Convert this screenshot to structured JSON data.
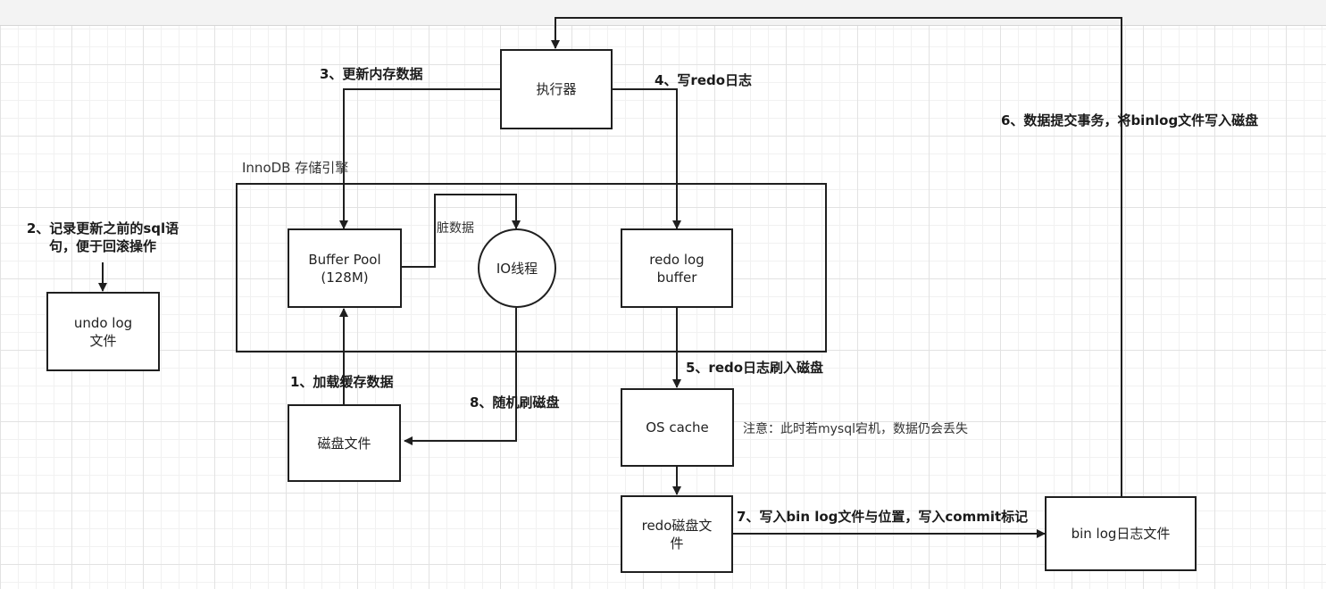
{
  "diagram": {
    "container_title": "InnoDB 存储引擎",
    "nodes": {
      "executor": "执行器",
      "buffer_pool": "Buffer Pool\n(128M)",
      "io_thread": "IO线程",
      "redo_log_buffer": "redo log\nbuffer",
      "undo_log_file": "undo log\n文件",
      "disk_file": "磁盘文件",
      "os_cache": "OS cache",
      "redo_disk_file": "redo磁盘文\n件",
      "bin_log_file": "bin log日志文件"
    },
    "labels": {
      "step1": "1、加载缓存数据",
      "step2": "2、记录更新之前的sql语\n句，便于回滚操作",
      "step3": "3、更新内存数据",
      "step4": "4、写redo日志",
      "step5": "5、redo日志刷入磁盘",
      "step6": "6、数据提交事务，将binlog文件写入磁盘",
      "step7": "7、写入bin log文件与位置，写入commit标记",
      "step8": "8、随机刷磁盘",
      "dirty_data": "脏数据",
      "note": "注意：此时若mysql宕机，数据仍会丢失"
    },
    "colors": {
      "stroke": "#1f1f1f",
      "text": "#222222",
      "grid": "#e2e2e2"
    }
  }
}
